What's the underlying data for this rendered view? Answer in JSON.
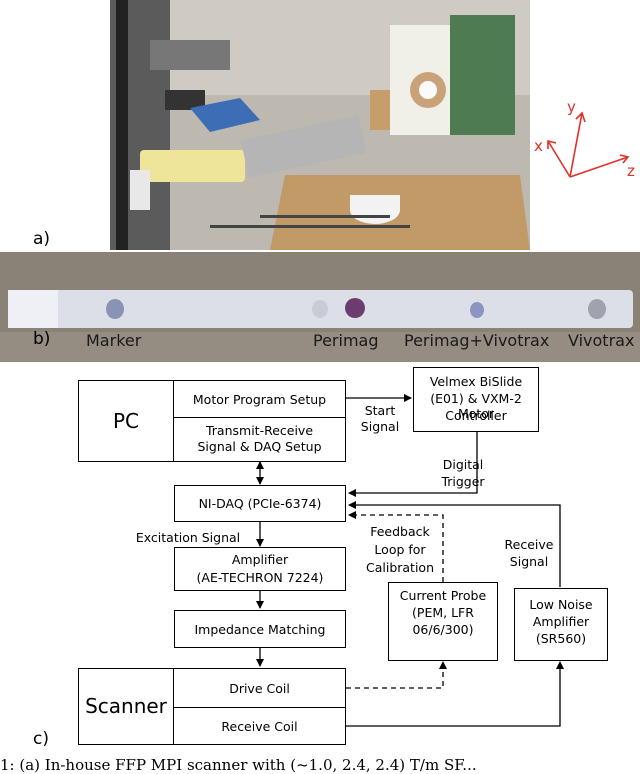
{
  "panel_labels": {
    "a": "a)",
    "b": "b)",
    "c": "c)"
  },
  "axes": {
    "x": "x",
    "y": "y",
    "z": "z"
  },
  "samples": [
    "Marker",
    "Perimag",
    "Perimag+Vivotrax",
    "Vivotrax"
  ],
  "diagram": {
    "pc": "PC",
    "motor_setup": "Motor Program Setup",
    "trx_setup_1": "Transmit-Receive",
    "trx_setup_2": "Signal & DAQ Setup",
    "velmex_1": "Velmex BiSlide",
    "velmex_2": "(E01) & VXM-2 Motor",
    "velmex_3": "Controller",
    "start_signal_1": "Start",
    "start_signal_2": "Signal",
    "digital_trigger_1": "Digital",
    "digital_trigger_2": "Trigger",
    "nidaq": "NI-DAQ (PCIe-6374)",
    "excitation_signal": "Excitation Signal",
    "amplifier_1": "Amplifier",
    "amplifier_2": "(AE-TECHRON 7224)",
    "impedance": "Impedance Matching",
    "feedback_1": "Feedback",
    "feedback_2": "Loop for",
    "feedback_3": "Calibration",
    "current_probe_1": "Current Probe",
    "current_probe_2": "(PEM, LFR",
    "current_probe_3": "06/6/300)",
    "receive_signal_1": "Receive",
    "receive_signal_2": "Signal",
    "lna_1": "Low Noise",
    "lna_2": "Amplifier",
    "lna_3": "(SR560)",
    "scanner": "Scanner",
    "drive_coil": "Drive Coil",
    "receive_coil": "Receive Coil"
  },
  "caption": "1: (a) In-house FFP MPI scanner with (~1.0, 2.4, 2.4) T/m SF..."
}
